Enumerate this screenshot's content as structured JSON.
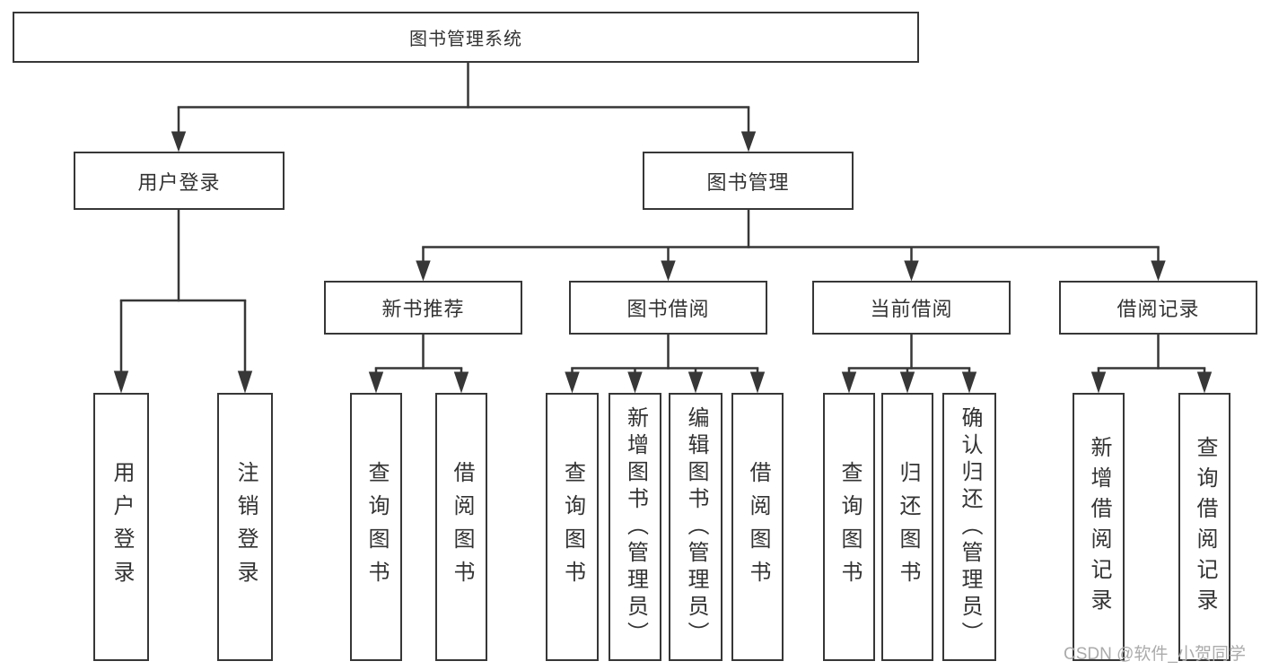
{
  "diagram_type": "org-tree",
  "colors": {
    "background": "#ffffff",
    "line": "#373737",
    "box_border": "#373737",
    "text": "#333333",
    "watermark": "#ababab"
  },
  "watermark": {
    "text": "CSDN @软件_小贺同学"
  },
  "tree": {
    "label": "图书管理系统",
    "children": [
      {
        "label": "用户登录",
        "children": [
          {
            "label": "用户登录"
          },
          {
            "label": "注销登录"
          }
        ]
      },
      {
        "label": "图书管理",
        "children": [
          {
            "label": "新书推荐",
            "children": [
              {
                "label": "查询图书"
              },
              {
                "label": "借阅图书"
              }
            ]
          },
          {
            "label": "图书借阅",
            "children": [
              {
                "label": "查询图书"
              },
              {
                "label": "新增图书（管理员）"
              },
              {
                "label": "编辑图书（管理员）"
              },
              {
                "label": "借阅图书"
              }
            ]
          },
          {
            "label": "当前借阅",
            "children": [
              {
                "label": "查询图书"
              },
              {
                "label": "归还图书"
              },
              {
                "label": "确认归还（管理员）"
              }
            ]
          },
          {
            "label": "借阅记录",
            "children": [
              {
                "label": "新增借阅记录"
              },
              {
                "label": "查询借阅记录"
              }
            ]
          }
        ]
      }
    ]
  }
}
